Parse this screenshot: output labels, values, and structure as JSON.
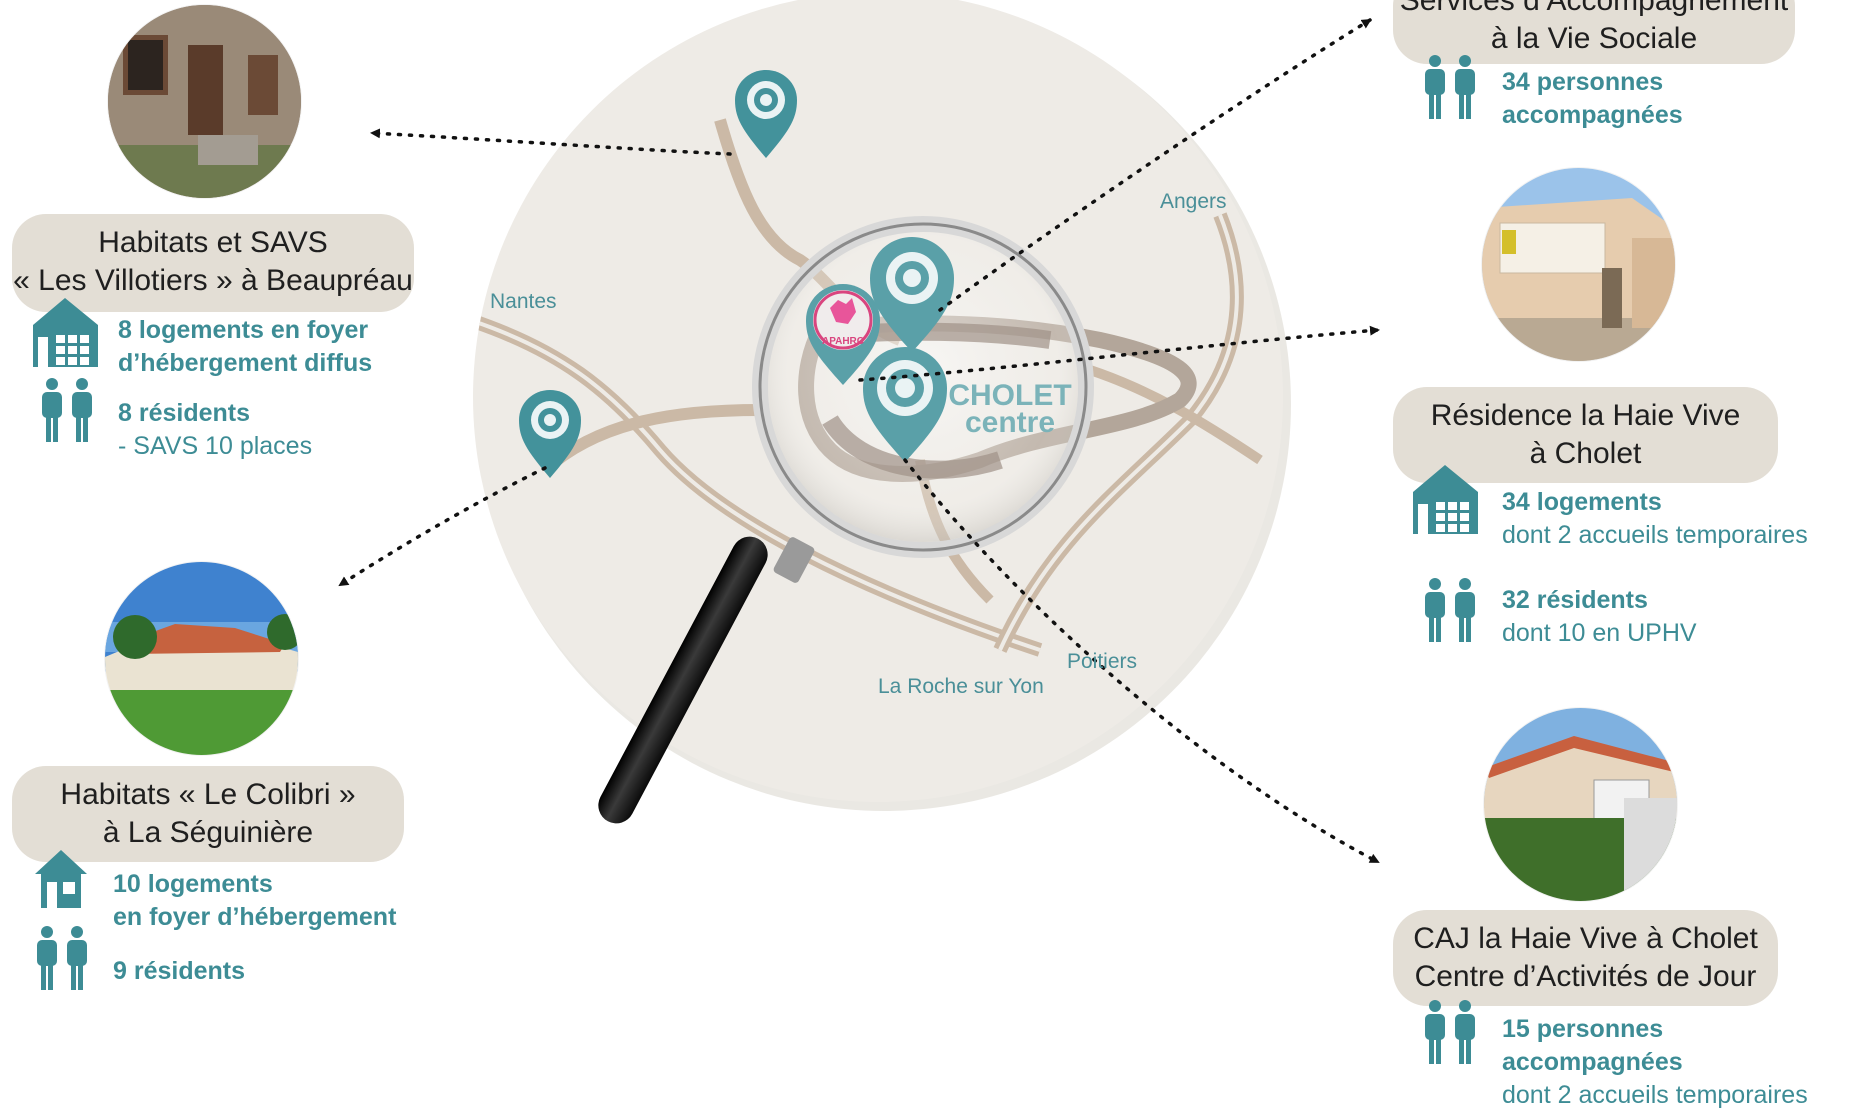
{
  "colors": {
    "teal": "#3d8c95",
    "road": "#cbb9a6",
    "map_bg": "#eeebe6",
    "label_bg": "#e3ded5"
  },
  "map": {
    "cities": {
      "nantes": "Nantes",
      "angers": "Angers",
      "poitiers": "Poitiers",
      "la_roche": "La Roche sur Yon"
    },
    "center_line1": "CHOLET",
    "center_line2": "centre",
    "logo_text": "APAHRC"
  },
  "sites": {
    "villotiers": {
      "title_line1": "Habitats et SAVS",
      "title_line2": "« Les Villotiers » à Beaupréau",
      "stat1_bold1": "8 logements en foyer",
      "stat1_bold2": "d’hébergement diffus",
      "stat2_bold": "8 résidents",
      "stat2_normal": "- SAVS 10 places",
      "icon1": "building-icon",
      "icon2": "people-icon"
    },
    "colibri": {
      "title_line1": "Habitats « Le Colibri »",
      "title_line2": "à La Séguinière",
      "stat1_bold1": "10 logements",
      "stat1_bold2": "en foyer d’hébergement",
      "stat2_bold": "9 résidents",
      "icon1": "house-icon",
      "icon2": "people-icon"
    },
    "savs": {
      "title_line1": "Services d’Accompagnement",
      "title_line2": "à la Vie Sociale",
      "stat1_bold1": "34 personnes",
      "stat1_bold2": "accompagnées",
      "icon1": "people-icon"
    },
    "haie_vive": {
      "title_line1": "Résidence la Haie Vive",
      "title_line2": "à Cholet",
      "stat1_bold": "34 logements",
      "stat1_normal": "dont 2 accueils temporaires",
      "stat2_bold": "32 résidents",
      "stat2_normal": "dont 10 en UPHV",
      "icon1": "building-icon",
      "icon2": "people-icon"
    },
    "caj": {
      "title_line1": "CAJ la Haie Vive à Cholet",
      "title_line2": "Centre d’Activités de Jour",
      "stat1_bold1": "15 personnes",
      "stat1_bold2": "accompagnées",
      "stat1_normal": "dont 2 accueils temporaires",
      "icon1": "people-icon"
    }
  }
}
